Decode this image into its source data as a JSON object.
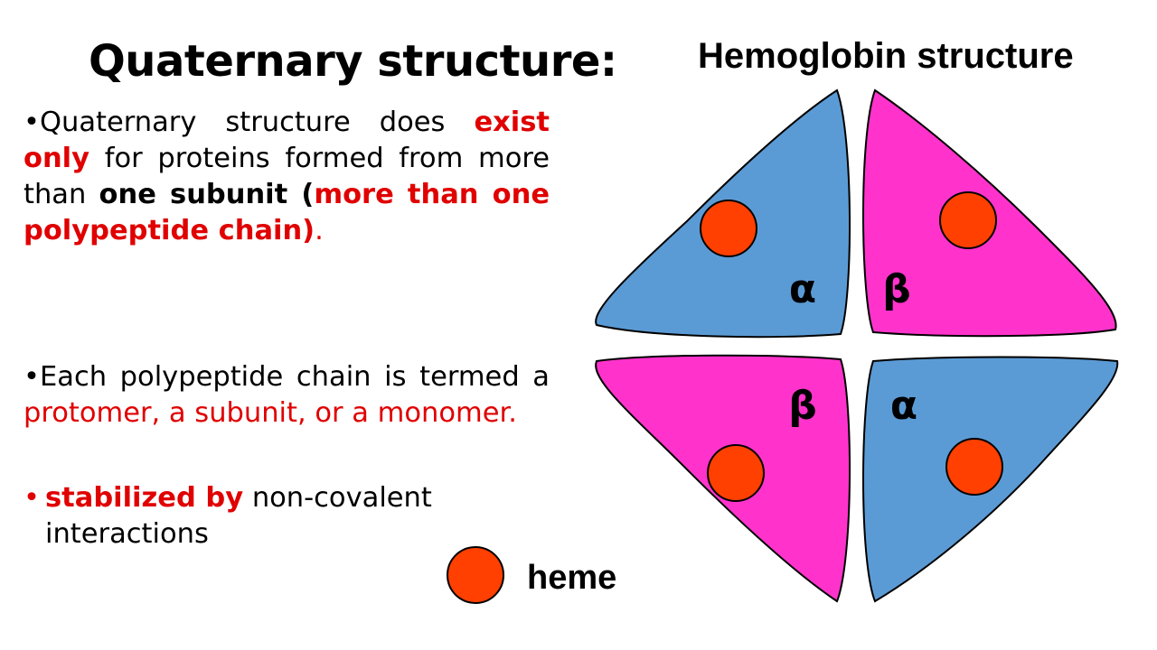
{
  "slide": {
    "title": "Quaternary structure:"
  },
  "paragraph1": {
    "bullet": "•",
    "t1": "Quaternary structure does ",
    "t2": "exist only",
    "t3": " for proteins formed from more than ",
    "t4": "one subunit",
    "t5": " (",
    "t6": "more than one polypeptide chain)",
    "t7": "."
  },
  "paragraph2": {
    "bullet": "•",
    "t1": "Each polypeptide chain is termed a ",
    "t2": "protomer, a subunit, or a monomer."
  },
  "paragraph3": {
    "bullet": "•",
    "t1": "stabilized by",
    "t2": " non-covalent interactions"
  },
  "diagram": {
    "title": "Hemoglobin structure",
    "subunits": [
      {
        "label": "α",
        "color": "#5b9bd5"
      },
      {
        "label": "β",
        "color": "#ff33cc"
      },
      {
        "label": "β",
        "color": "#ff33cc"
      },
      {
        "label": "α",
        "color": "#5b9bd5"
      }
    ],
    "heme_color": "#ff4000",
    "legend_label": "heme"
  }
}
